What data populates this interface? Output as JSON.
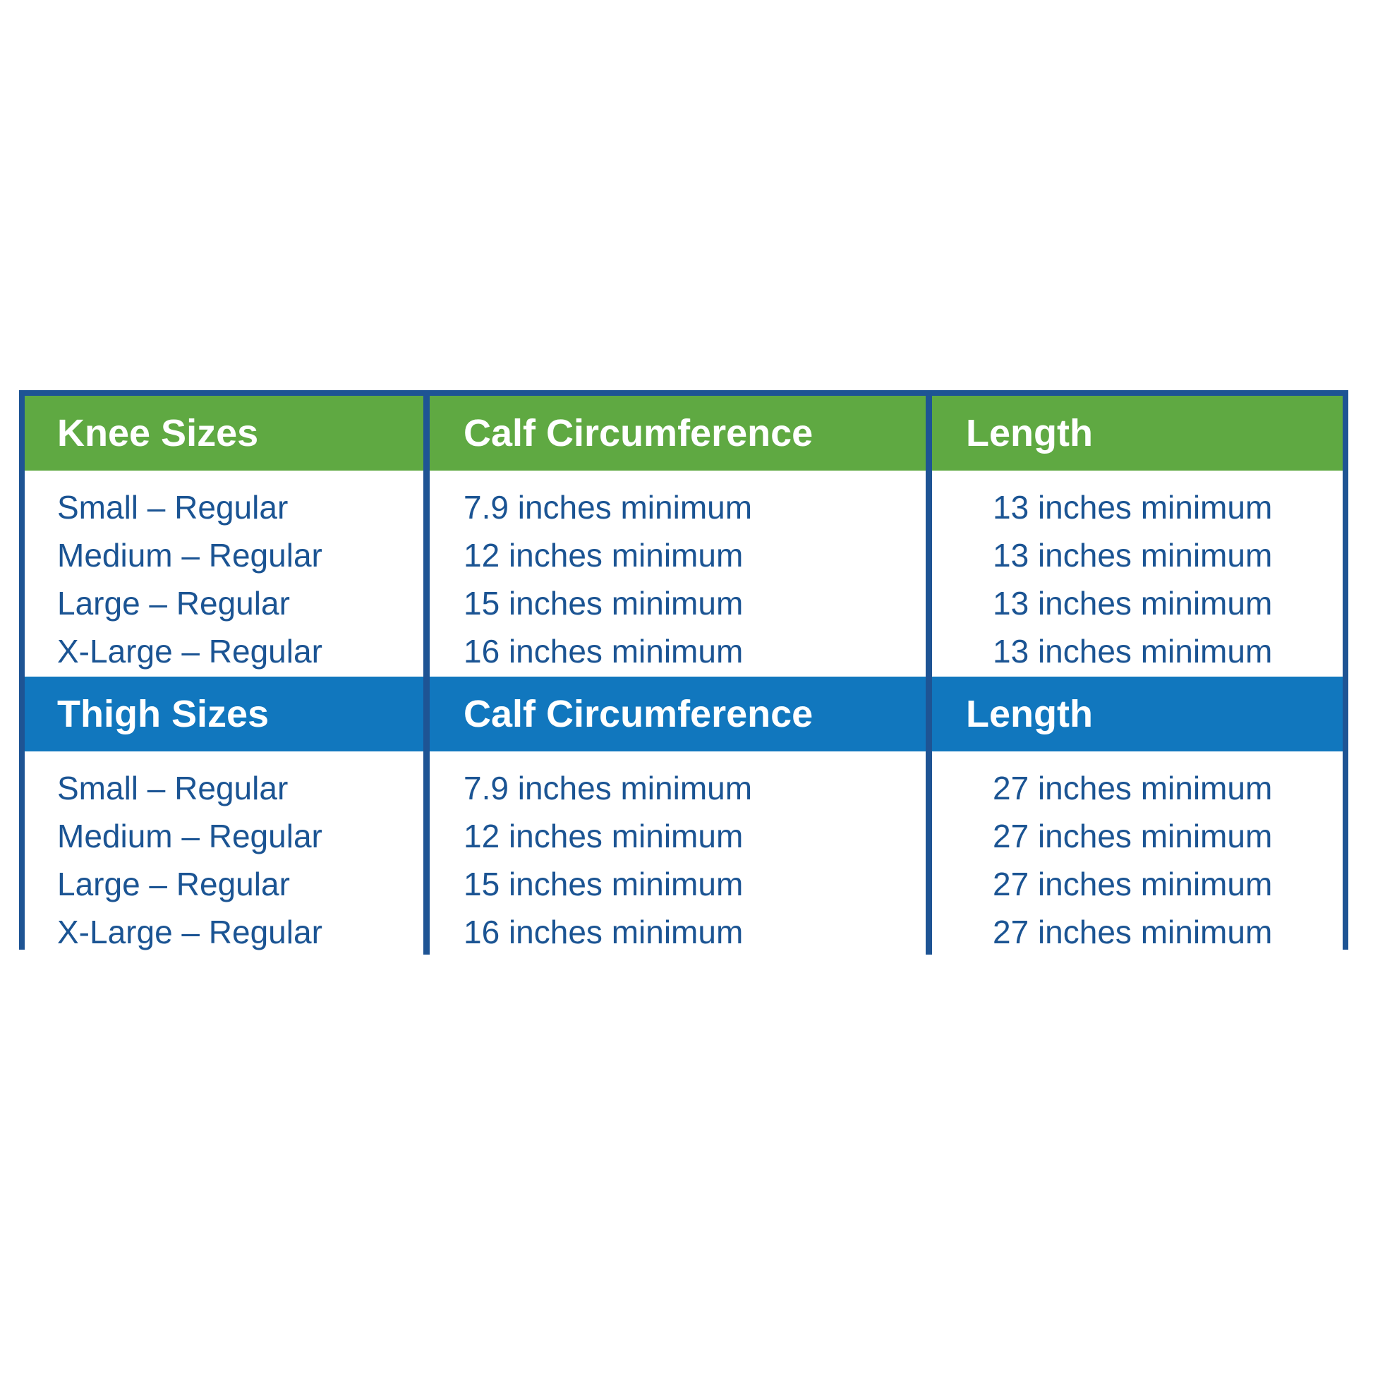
{
  "chart_data": {
    "type": "table",
    "title": "",
    "sections": [
      {
        "id": "knee",
        "accent_color": "#5fa942",
        "headers": [
          "Knee Sizes",
          "Calf Circumference",
          "Length"
        ],
        "rows": [
          [
            "Small – Regular",
            "7.9 inches minimum",
            "13 inches minimum"
          ],
          [
            "Medium – Regular",
            "12 inches minimum",
            "13 inches minimum"
          ],
          [
            "Large – Regular",
            "15 inches minimum",
            "13 inches minimum"
          ],
          [
            "X-Large – Regular",
            "16 inches minimum",
            "13 inches minimum"
          ]
        ]
      },
      {
        "id": "thigh",
        "accent_color": "#1177be",
        "headers": [
          "Thigh Sizes",
          "Calf Circumference",
          "Length"
        ],
        "rows": [
          [
            "Small – Regular",
            "7.9 inches minimum",
            "27 inches minimum"
          ],
          [
            "Medium – Regular",
            "12 inches minimum",
            "27 inches minimum"
          ],
          [
            "Large – Regular",
            "15 inches minimum",
            "27 inches minimum"
          ],
          [
            "X-Large – Regular",
            "16 inches minimum",
            "27 inches minimum"
          ]
        ]
      }
    ]
  },
  "colors": {
    "border": "#1e5494",
    "knee_header_bg": "#5fa942",
    "thigh_header_bg": "#1177be",
    "header_text": "#ffffff",
    "body_text": "#1b5493",
    "page_bg": "#ffffff"
  },
  "knee": {
    "header": {
      "sizes": "Knee Sizes",
      "calf": "Calf Circumference",
      "length": "Length"
    },
    "sizes": [
      "Small – Regular",
      "Medium – Regular",
      "Large – Regular",
      "X-Large – Regular"
    ],
    "calf": [
      "7.9 inches minimum",
      "12 inches minimum",
      "15 inches minimum",
      "16 inches minimum"
    ],
    "length": [
      "13 inches minimum",
      "13 inches minimum",
      "13 inches minimum",
      "13 inches minimum"
    ]
  },
  "thigh": {
    "header": {
      "sizes": "Thigh Sizes",
      "calf": "Calf Circumference",
      "length": "Length"
    },
    "sizes": [
      "Small – Regular",
      "Medium – Regular",
      "Large – Regular",
      "X-Large – Regular"
    ],
    "calf": [
      "7.9 inches minimum",
      "12 inches minimum",
      "15 inches minimum",
      "16 inches minimum"
    ],
    "length": [
      "27 inches minimum",
      "27 inches minimum",
      "27 inches minimum",
      "27 inches minimum"
    ]
  }
}
